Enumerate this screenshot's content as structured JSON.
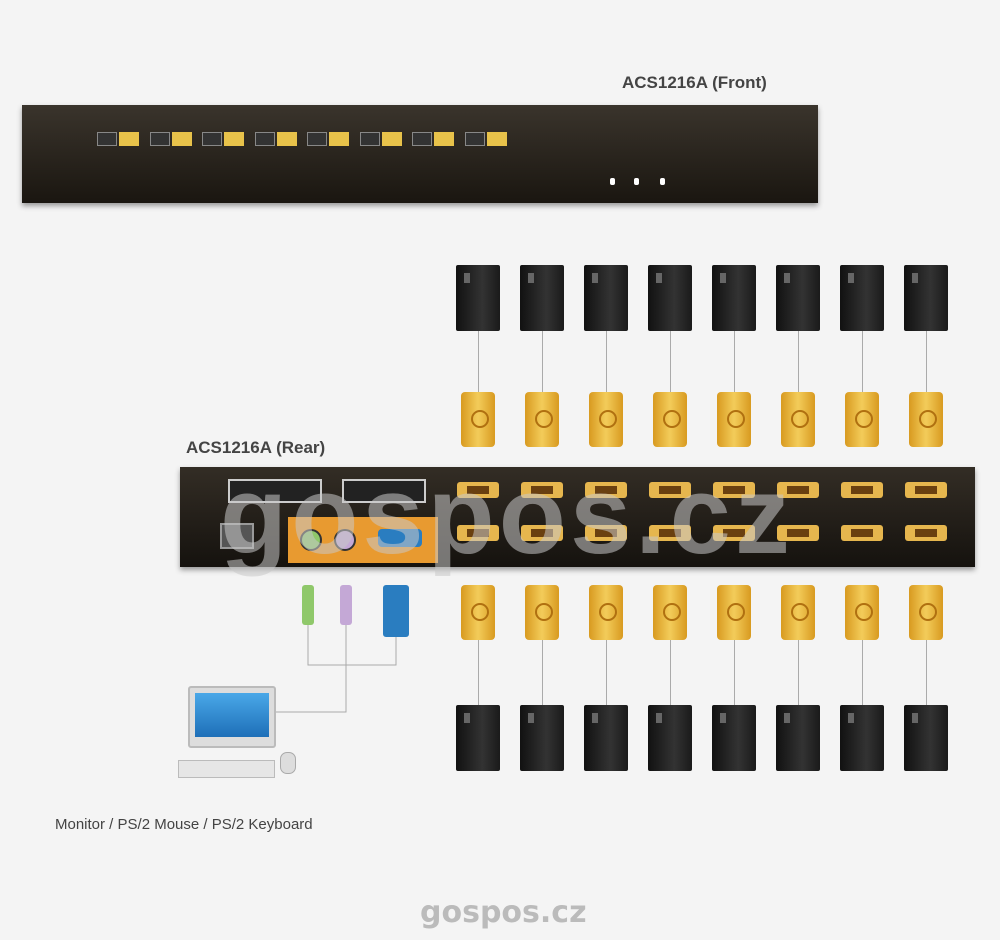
{
  "front_label": "ACS1216A (Front)",
  "rear_label": "ACS1216A (Rear)",
  "console_label": "Monitor / PS/2 Mouse / PS/2 Keyboard",
  "footer_watermark": "gospos.cz",
  "overlay_watermark": "gospos.cz",
  "colors": {
    "port": "#e8c24a",
    "panel": "#1a1610",
    "keyboard_port": "#8fc86a",
    "mouse_port": "#c4a8d6",
    "vga_port": "#2a7dc0"
  }
}
